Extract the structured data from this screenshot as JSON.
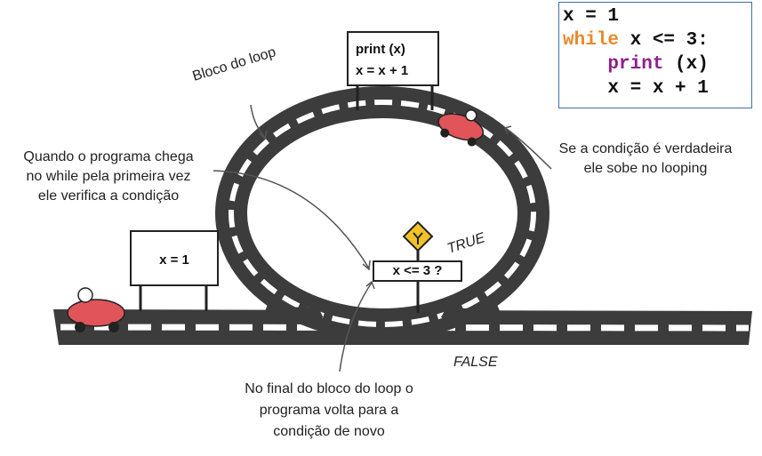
{
  "code": {
    "line1": "x = 1",
    "line2_kw": "while",
    "line2_rest": " x <= 3:",
    "line3_fn": "print",
    "line3_rest": " (x)",
    "line4": "x = x + 1"
  },
  "signs": {
    "loop_body_1": "print (x)",
    "loop_body_2": "x = x + 1",
    "init": "x = 1",
    "condition": "x <= 3 ?"
  },
  "annotations": {
    "bloco": "Bloco do loop",
    "quando_1": "Quando o programa chega",
    "quando_2": "no while pela primeira vez",
    "quando_3": "ele verifica a condição",
    "se_1": "Se a condição é verdadeira",
    "se_2": "ele sobe no looping",
    "final_1": "No final do bloco do loop o",
    "final_2": "programa volta para a",
    "final_3": "condição de novo"
  },
  "road_labels": {
    "true": "TRUE",
    "false": "FALSE"
  },
  "colors": {
    "road": "#3c3c3c",
    "dash": "#ffffff",
    "car": "#e0545a",
    "sign_post": "#222222",
    "yield_sign": "#f2c326",
    "code_border": "#3a6fb0",
    "keyword": "#e8892b",
    "function": "#8e1f8e"
  }
}
